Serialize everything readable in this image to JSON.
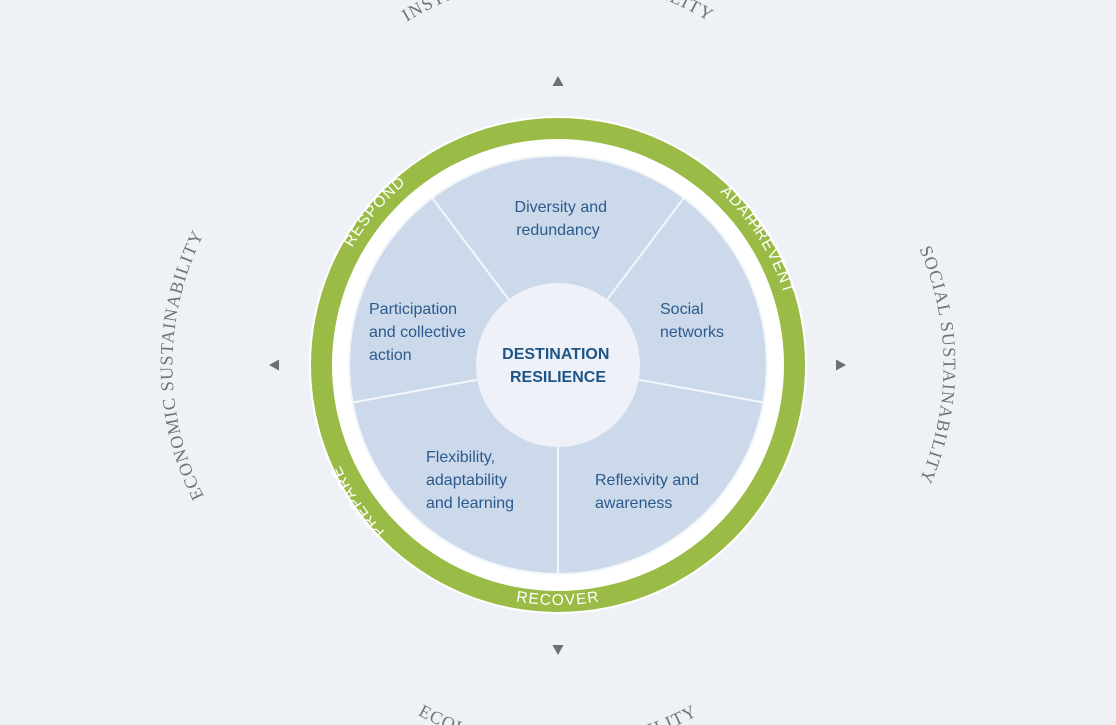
{
  "center": {
    "line1": "DESTINATION",
    "line2": "RESILIENCE"
  },
  "segments": [
    {
      "lines": [
        "Diversity and",
        "redundancy"
      ]
    },
    {
      "lines": [
        "Social",
        "networks"
      ]
    },
    {
      "lines": [
        "Reflexivity and",
        "awareness"
      ]
    },
    {
      "lines": [
        "Flexibility,",
        "adaptability",
        "and learning"
      ]
    },
    {
      "lines": [
        "Participation",
        "and collective",
        "action"
      ]
    }
  ],
  "ring_labels": {
    "adapt": "ADAPT",
    "prevent": "PREVENT",
    "recover": "RECOVER",
    "prepare": "PREPARE",
    "respond": "RESPOND"
  },
  "outer_labels": {
    "institutional": "INSTITUTIONAL SUSTAINABILITY",
    "social": "SOCIAL SUSTAINABILITY",
    "ecological": "ECOLOGICAL SUSTAINABILITY",
    "economic": "ECONOMIC SUSTAINABILITY"
  },
  "colors": {
    "background": "#eef2f7",
    "ring": "#9bbb47",
    "segment_fill": "#cbd9eb",
    "center_fill": "#eef2f8",
    "text": "#2b5a8c",
    "outer_text": "#707478",
    "arrow": "#6c7074"
  }
}
